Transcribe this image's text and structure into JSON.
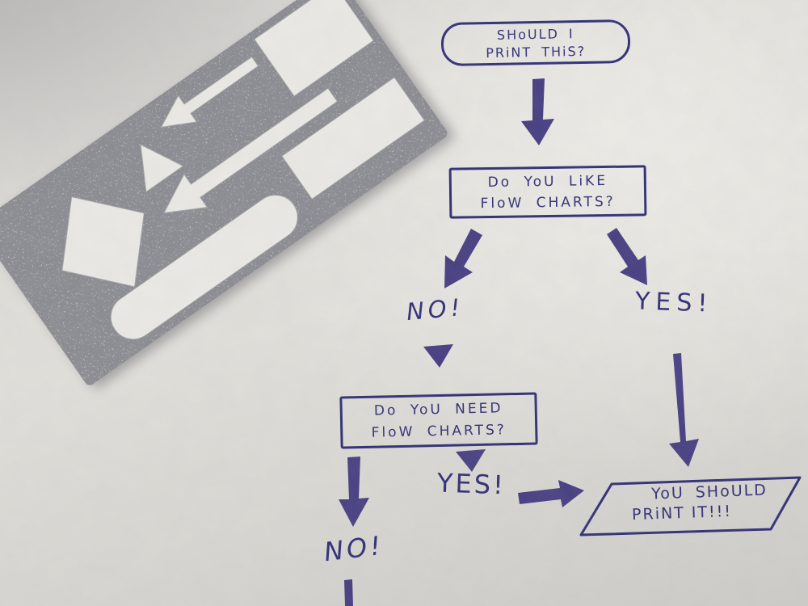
{
  "colors": {
    "ink": "#2e2c74",
    "arrow_ink": "#453c80",
    "paper": "#dddbd6",
    "stencil": "#b6bab7"
  },
  "stencil": {
    "cutouts": [
      "small-arrow",
      "large-rectangle",
      "long-arrow",
      "triangle",
      "diamond",
      "wide-rectangle",
      "stadium-slot"
    ]
  },
  "flowchart": {
    "start": {
      "line1": "SHoULD I",
      "line2": "PRiNT THiS?"
    },
    "q1": {
      "line1": "Do YoU LiKE",
      "line2": "FloW CHARTS?"
    },
    "q2": {
      "line1": "Do YoU NEED",
      "line2": "FloW CHARTS?"
    },
    "labels": {
      "q1_no": "NO!",
      "q1_yes": "YES!",
      "q2_yes": "YES!",
      "q2_no": "NO!"
    },
    "result": {
      "line1": "YoU SHoULD",
      "line2": "PRiNT IT!!!"
    }
  }
}
